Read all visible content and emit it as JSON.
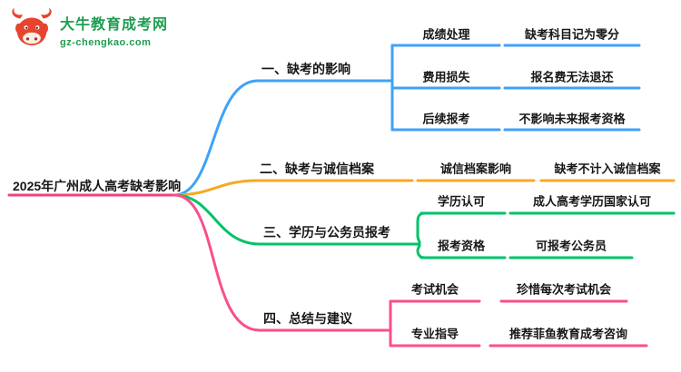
{
  "logo": {
    "site_name": "大牛教育成考网",
    "site_url": "gz-chengkao.com",
    "icon": "bull-icon"
  },
  "root": {
    "label": "2025年广州成人高考缺考影响"
  },
  "branches": [
    {
      "label": "一、缺考的影响",
      "children": [
        {
          "label": "成绩处理",
          "detail": "缺考科目记为零分"
        },
        {
          "label": "费用损失",
          "detail": "报名费无法退还"
        },
        {
          "label": "后续报考",
          "detail": "不影响未来报考资格"
        }
      ]
    },
    {
      "label": "二、缺考与诚信档案",
      "children": [
        {
          "label": "诚信档案影响",
          "detail": "缺考不计入诚信档案"
        }
      ]
    },
    {
      "label": "三、学历与公务员报考",
      "children": [
        {
          "label": "学历认可",
          "detail": "成人高考学历国家认可"
        },
        {
          "label": "报考资格",
          "detail": "可报考公务员"
        }
      ]
    },
    {
      "label": "四、总结与建议",
      "children": [
        {
          "label": "考试机会",
          "detail": "珍惜每次考试机会"
        },
        {
          "label": "专业指导",
          "detail": "推荐菲鱼教育成考咨询"
        }
      ]
    }
  ],
  "colors": {
    "root": "#f0417f",
    "branch1": "#3fa2f7",
    "branch2": "#f7a823",
    "branch3": "#00c26a",
    "branch4": "#fa4e8e",
    "brand": "#1f9d52"
  }
}
